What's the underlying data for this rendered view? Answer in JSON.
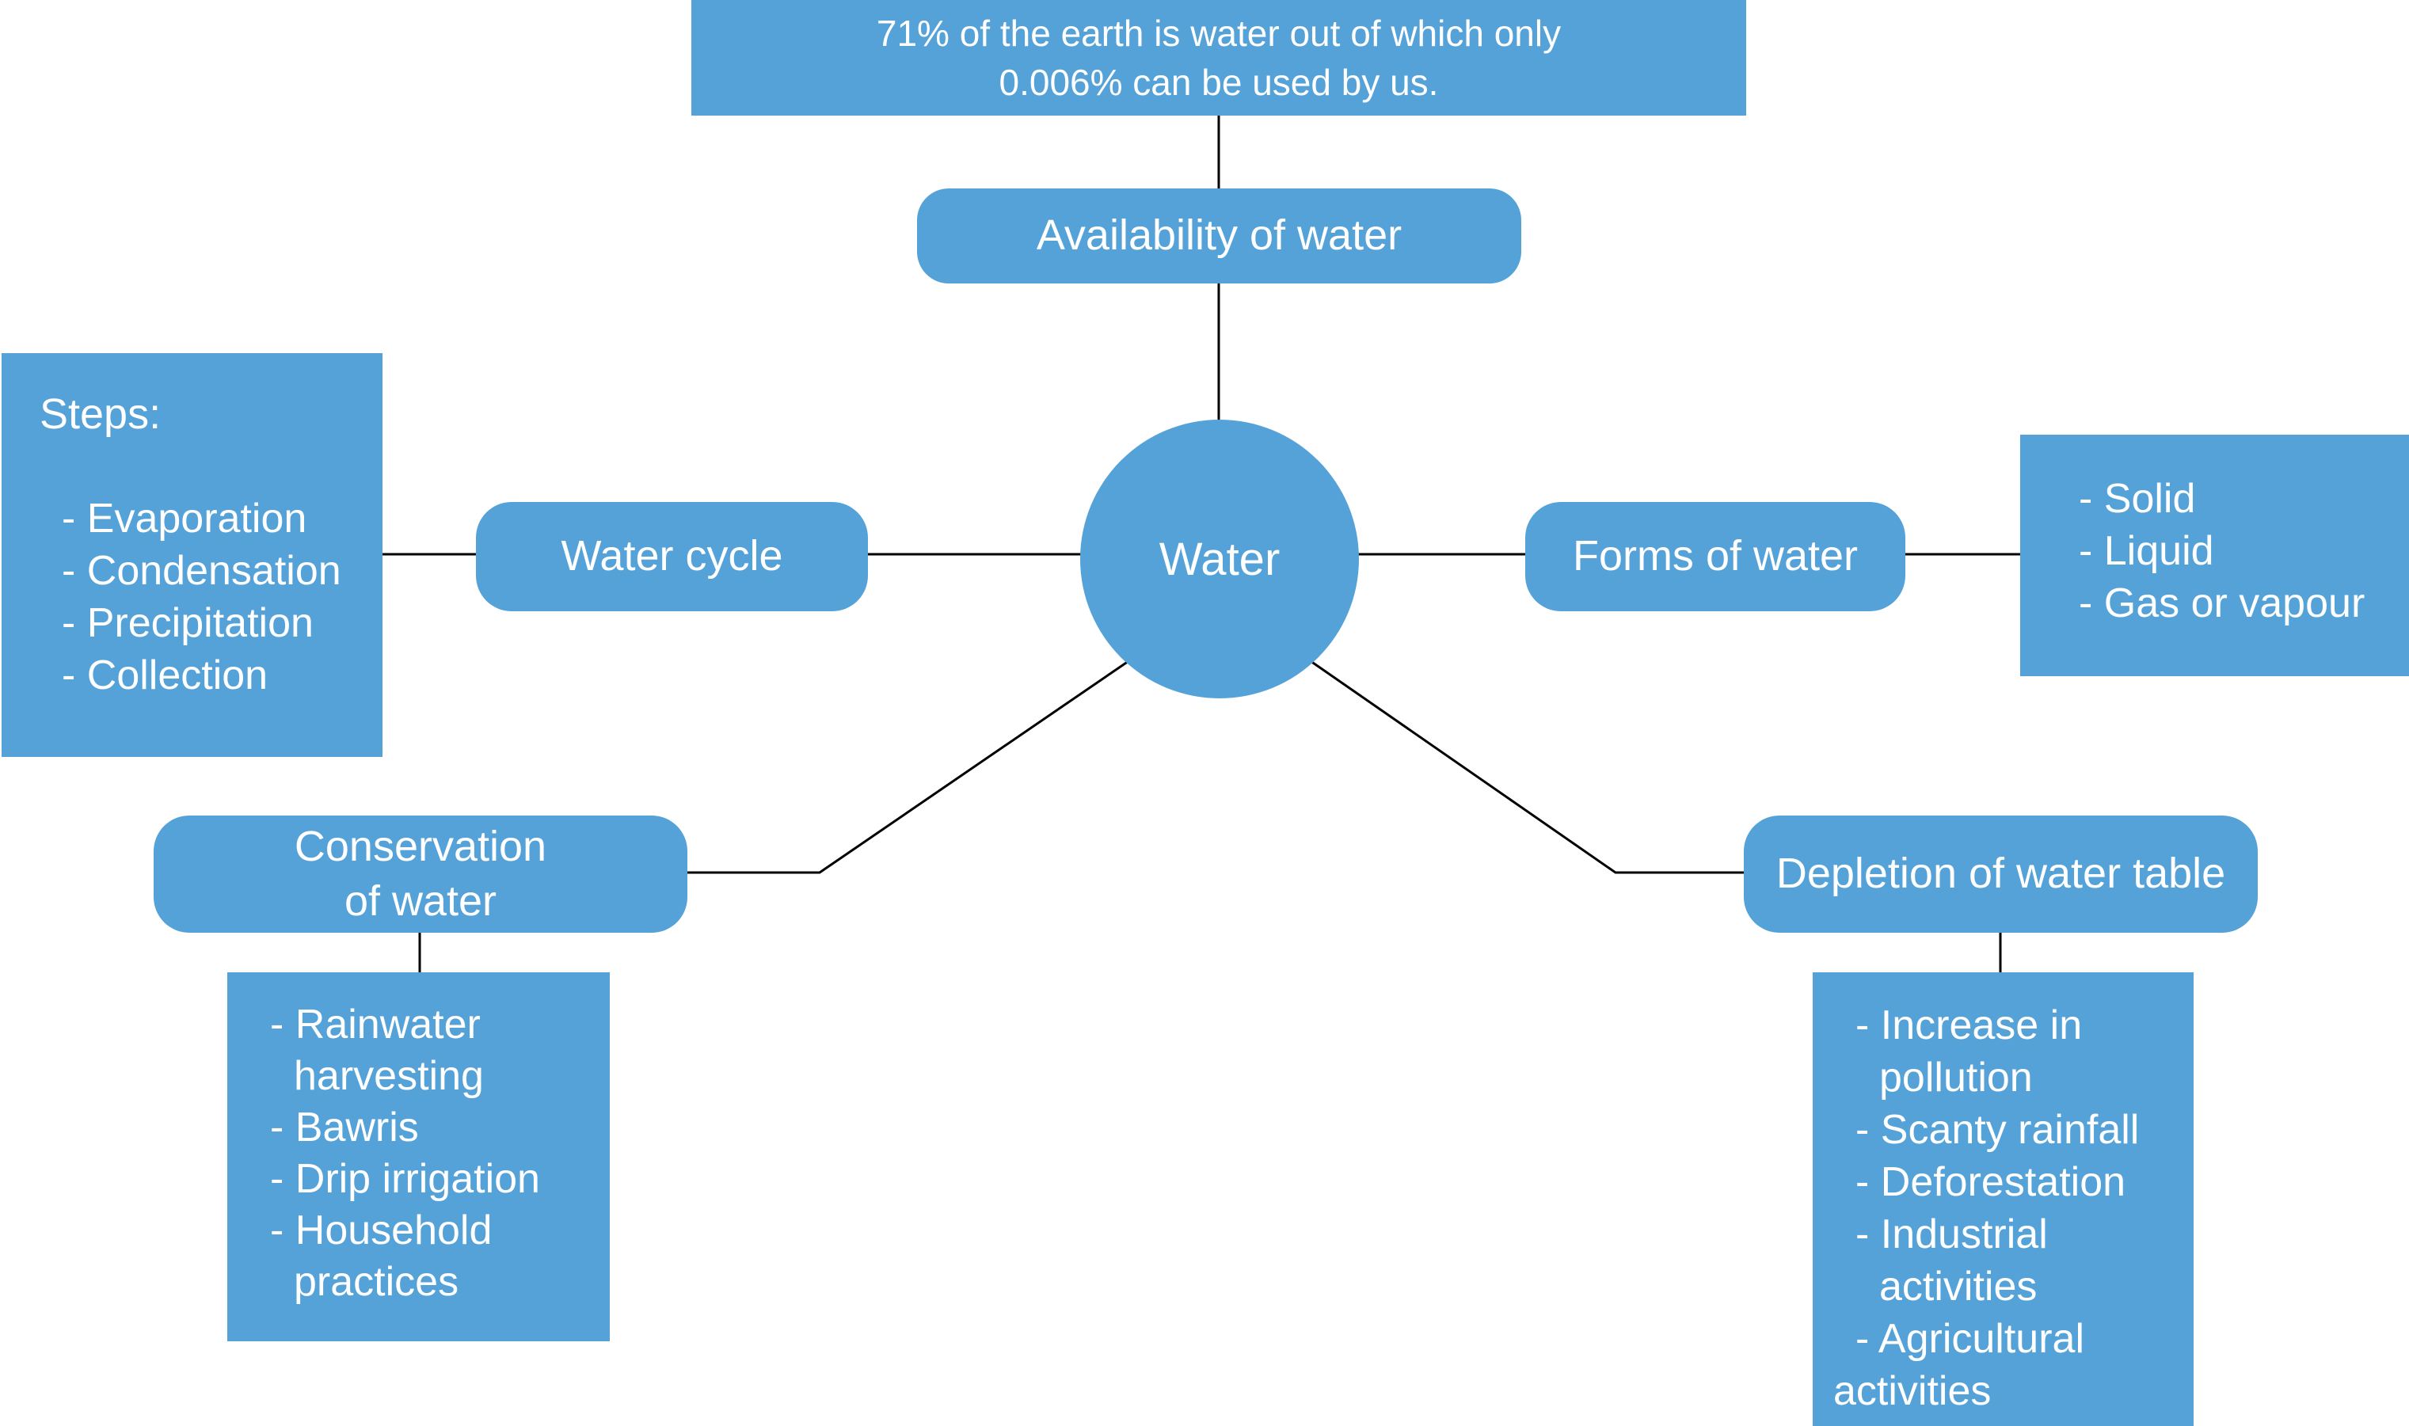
{
  "banner": {
    "text": "71% of the earth is water out of which only 0.006% can be used by us.",
    "lines": [
      "71% of the earth is water out of which only",
      "0.006% can be used by us."
    ]
  },
  "center_node": {
    "label": "Water"
  },
  "nodes": {
    "availability": {
      "label": "Availability of water"
    },
    "water_cycle": {
      "label": "Water cycle"
    },
    "forms_of_water": {
      "label": "Forms of water"
    },
    "conservation": {
      "label": "Conservation of water"
    },
    "depletion": {
      "label": "Depletion of water table"
    }
  },
  "lists": {
    "steps": {
      "heading": "Steps:",
      "items": [
        "- Evaporation",
        "- Condensation",
        "- Precipitation",
        "- Collection"
      ]
    },
    "forms": {
      "items": [
        "- Solid",
        "- Liquid",
        "- Gas or vapour"
      ]
    },
    "conservation": {
      "items": [
        "- Rainwater harvesting",
        "- Bawris",
        "- Drip irrigation",
        "- Household practices"
      ]
    },
    "depletion": {
      "items": [
        "- Increase in pollution",
        "- Scanty rainfall",
        "- Deforestation",
        "- Industrial activities",
        "- Agricultural activities"
      ]
    }
  },
  "colors": {
    "node_fill": "#55A2D9",
    "text": "#FFFFFF",
    "connector": "#000000",
    "background": "#FFFFFF"
  }
}
